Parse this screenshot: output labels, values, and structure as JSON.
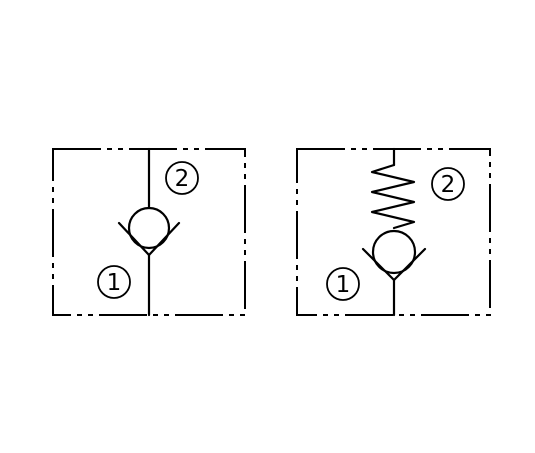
{
  "symbols": [
    {
      "kind": "check-valve",
      "ports": [
        {
          "label": "1"
        },
        {
          "label": "2"
        }
      ]
    },
    {
      "kind": "spring-check-valve",
      "ports": [
        {
          "label": "1"
        },
        {
          "label": "2"
        }
      ]
    }
  ]
}
